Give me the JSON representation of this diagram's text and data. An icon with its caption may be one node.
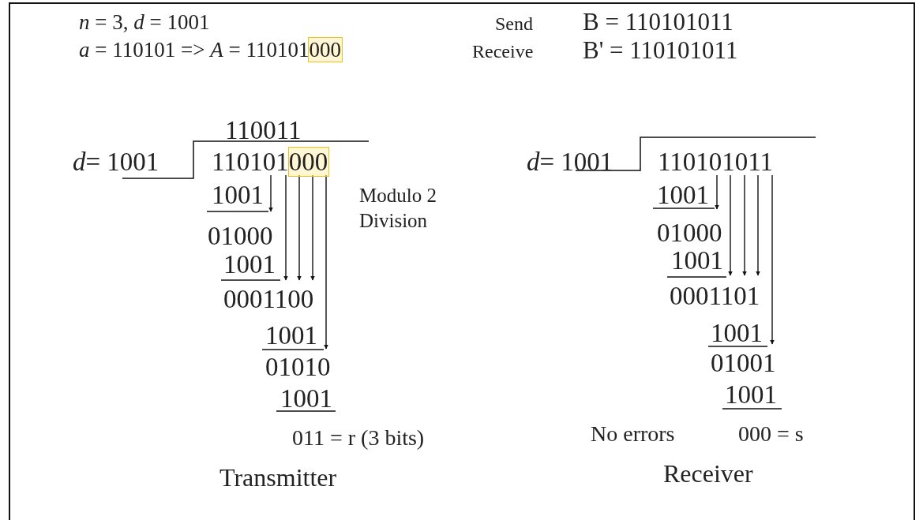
{
  "diagram": {
    "labels": [
      "*n* = 3, *d* = 1001",
      "Send",
      "B = 110101011",
      "*a* = 110101 => *A* = 110101000",
      "Receive",
      "B' = 110101011",
      "110011",
      "*d*= 1001",
      "110101000",
      "1001",
      "Modulo 2 Division",
      "01000",
      "1001",
      "0001100",
      "1001",
      "01010",
      "1001",
      "011 = r (3 bits)",
      "Transmitter",
      "*d*= 1001",
      "110101011",
      "1001",
      "01000",
      "1001",
      "0001101",
      "1001",
      "01001",
      "1001",
      "No errors",
      "000 = s",
      "Receiver"
    ]
  }
}
